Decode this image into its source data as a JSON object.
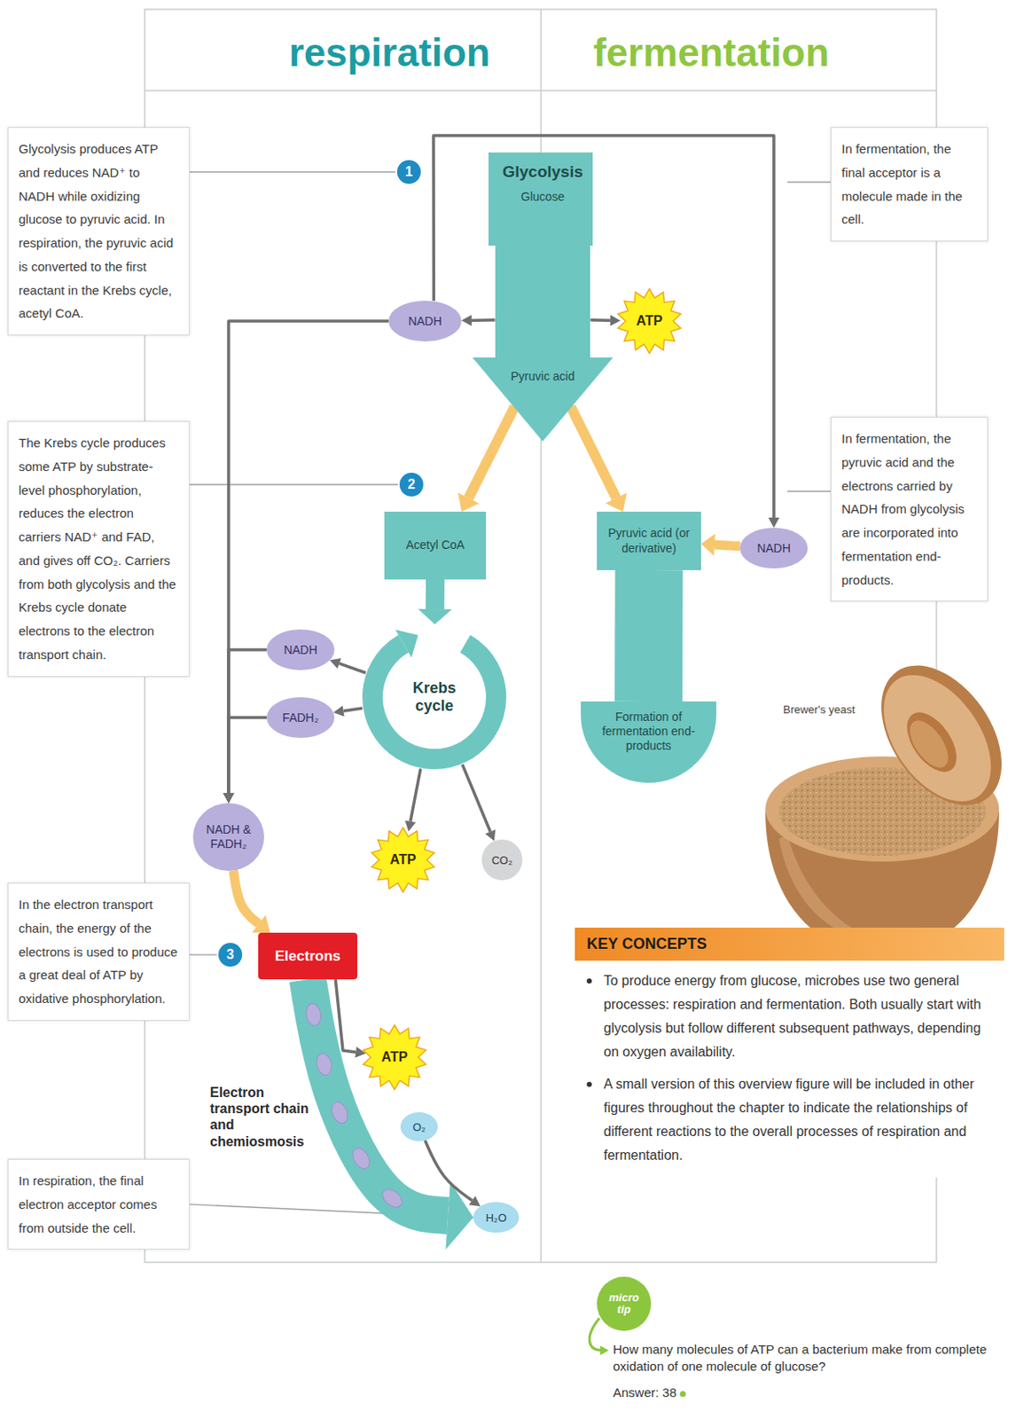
{
  "diagram": {
    "nodes": [
      {
        "text": [
          "Glycolysis produces ATP and reduces NAD⁺ to NADH while oxidizing glucose to pyruvic acid. In respiration, the pyruvic acid is converted to the first reactant in the Krebs cycle, acetyl CoA."
        ]
      },
      {
        "text": [
          "The Krebs cycle produces some ATP by substrate-level phosphorylation, reduces the electron carriers NAD⁺ and FAD, and gives off CO₂. Carriers from both glycolysis and the Krebs cycle donate electrons to the electron transport chain."
        ]
      },
      {
        "text": [
          "In the electron transport chain, the energy of the electrons is used to produce a great deal of ATP by oxidative phosphorylation."
        ]
      },
      {
        "text": [
          "In respiration, the final electron acceptor comes from outside the cell."
        ]
      },
      {
        "text": [
          "In fermentation, the final acceptor is a molecule made in the cell."
        ]
      },
      {
        "text": [
          "In fermentation, the pyruvic acid and the electrons carried by NADH from glycolysis are incorporated into fermentation end-products."
        ]
      },
      {
        "text": [
          "Glycolysis",
          "Glucose",
          "Pyruvic acid"
        ]
      },
      {
        "text": [
          "NADH"
        ]
      },
      {
        "text": [
          "ATP"
        ]
      },
      {
        "text": [
          "Acetyl CoA"
        ]
      },
      {
        "text": [
          "Krebs cycle"
        ]
      },
      {
        "text": [
          "NADH"
        ]
      },
      {
        "text": [
          "FADH₂"
        ]
      },
      {
        "text": [
          "ATP"
        ]
      },
      {
        "text": [
          "CO₂"
        ]
      },
      {
        "text": [
          "NADH & FADH₂"
        ]
      },
      {
        "text": [
          "Electrons"
        ]
      },
      {
        "text": [
          "ATP"
        ]
      },
      {
        "text": [
          "O₂"
        ]
      },
      {
        "text": [
          "H₂O"
        ]
      },
      {
        "text": [
          "Pyruvic acid (or derivative)"
        ]
      },
      {
        "text": [
          "Formation of fermentation end-products"
        ]
      },
      {
        "text": [
          "NADH"
        ]
      },
      {
        "text": [
          "KEY CONCEPTS",
          "To produce energy from glucose, microbes use two general processes: respiration and fermentation. Both usually start with glycolysis but follow different subsequent pathways, depending on oxygen availability.",
          "A small version of this overview figure will be included in other figures throughout the chapter to indicate the relationships of different reactions to the overall processes of respiration and fermentation."
        ]
      },
      {
        "text": [
          "micro tip"
        ]
      }
    ],
    "edges": [
      {
        "from": 3,
        "to": 19,
        "arrow": "none"
      },
      {
        "from": 6,
        "to": 7,
        "arrow": "to"
      },
      {
        "from": 6,
        "to": 8,
        "arrow": "to"
      },
      {
        "from": 6,
        "to": 9,
        "arrow": "to"
      },
      {
        "from": 6,
        "to": 20,
        "arrow": "to"
      },
      {
        "from": 7,
        "to": 15,
        "arrow": "to"
      },
      {
        "from": 7,
        "to": 22,
        "arrow": "to"
      },
      {
        "from": 9,
        "to": 10,
        "arrow": "to"
      },
      {
        "from": 10,
        "to": 11,
        "arrow": "to"
      },
      {
        "from": 10,
        "to": 12,
        "arrow": "to"
      },
      {
        "from": 10,
        "to": 13,
        "arrow": "to"
      },
      {
        "from": 10,
        "to": 14,
        "arrow": "to"
      },
      {
        "from": 11,
        "to": 15,
        "arrow": "to"
      },
      {
        "from": 12,
        "to": 15,
        "arrow": "to"
      },
      {
        "from": 15,
        "to": 16,
        "arrow": "to"
      },
      {
        "from": 16,
        "to": 19,
        "arrow": "to"
      },
      {
        "from": 16,
        "to": 17,
        "arrow": "to"
      },
      {
        "from": 18,
        "to": 19,
        "arrow": "to"
      },
      {
        "from": 22,
        "to": 20,
        "arrow": "to"
      },
      {
        "from": 20,
        "to": 21,
        "arrow": "none"
      }
    ],
    "labels": [
      "respiration",
      "fermentation",
      "1",
      "2",
      "3",
      "Electron transport chain and chemiosmosis",
      "Brewer's yeast",
      "How many molecules of ATP can a bacterium make from complete oxidation of one molecule of glucose?",
      "Answer: 38"
    ]
  }
}
